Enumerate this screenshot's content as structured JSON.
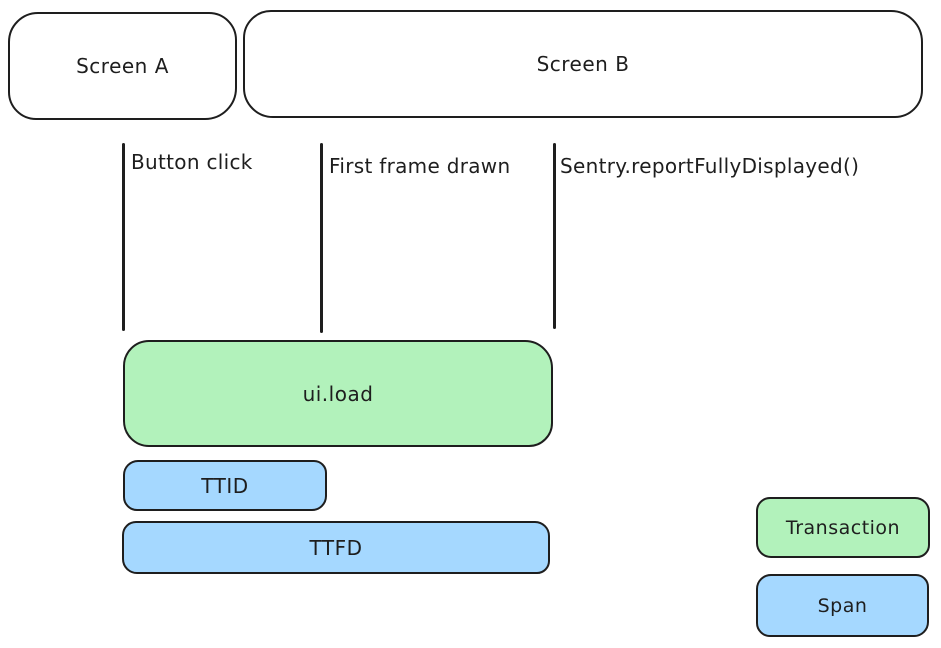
{
  "screens": [
    {
      "label": "Screen A"
    },
    {
      "label": "Screen B"
    }
  ],
  "event_markers": [
    {
      "label": "Button click"
    },
    {
      "label": "First frame drawn"
    },
    {
      "label": "Sentry.reportFullyDisplayed()"
    }
  ],
  "timeline_bars": [
    {
      "label": "ui.load",
      "kind": "transaction",
      "color": "#b2f2bb"
    },
    {
      "label": "TTID",
      "kind": "span",
      "color": "#a5d8ff"
    },
    {
      "label": "TTFD",
      "kind": "span",
      "color": "#a5d8ff"
    }
  ],
  "legend": [
    {
      "label": "Transaction",
      "color": "#b2f2bb"
    },
    {
      "label": "Span",
      "color": "#a5d8ff"
    }
  ],
  "colors": {
    "stroke": "#1e1e1e",
    "background": "#ffffff",
    "transaction_fill": "#b2f2bb",
    "span_fill": "#a5d8ff"
  }
}
